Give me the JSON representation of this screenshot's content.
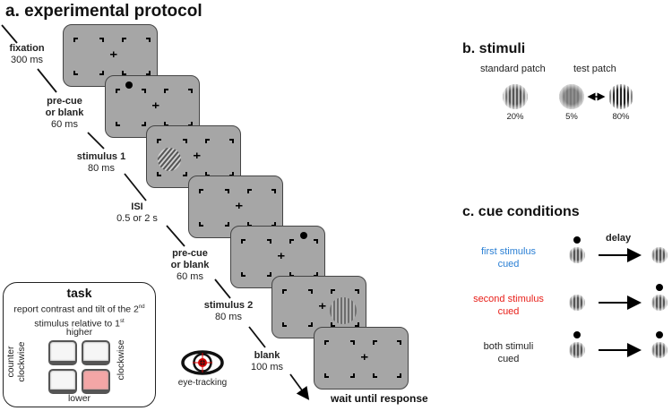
{
  "panel_a": {
    "title": "a. experimental protocol",
    "steps": [
      {
        "name": "fixation",
        "duration": "300 ms"
      },
      {
        "name": "pre-cue or blank",
        "name_line1": "pre-cue",
        "name_line2": "or blank",
        "duration": "60 ms"
      },
      {
        "name": "stimulus 1",
        "duration": "80 ms"
      },
      {
        "name": "ISI",
        "duration": "0.5 or 2 s"
      },
      {
        "name": "pre-cue or blank",
        "name_line1": "pre-cue",
        "name_line2": "or blank",
        "duration": "60 ms"
      },
      {
        "name": "stimulus 2",
        "duration": "80 ms"
      },
      {
        "name": "blank",
        "duration": "100 ms"
      }
    ],
    "final": "wait until response",
    "eye_tracking_label": "eye-tracking",
    "task": {
      "title": "task",
      "line1": "report contrast and tilt of the 2",
      "sup1": "nd",
      "line2": "stimulus relative to 1",
      "sup2": "st",
      "top_label": "higher",
      "bottom_label": "lower",
      "left_label_1": "counter",
      "left_label_2": "clockwise",
      "right_label": "clockwise",
      "highlight_color": "#f4a6a6"
    }
  },
  "panel_b": {
    "title": "b. stimuli",
    "standard_label": "standard patch",
    "test_label": "test patch",
    "standard_contrast": "20%",
    "test_low": "5%",
    "test_high": "80%"
  },
  "panel_c": {
    "title": "c. cue conditions",
    "delay_label": "delay",
    "conditions": [
      {
        "line1": "first stimulus",
        "line2": "cued",
        "color": "#2a7fd4"
      },
      {
        "line1": "second stimulus",
        "line2": "cued",
        "color": "#e8201a"
      },
      {
        "line1": "both stimuli",
        "line2": "cued",
        "color": "#222222"
      }
    ]
  }
}
